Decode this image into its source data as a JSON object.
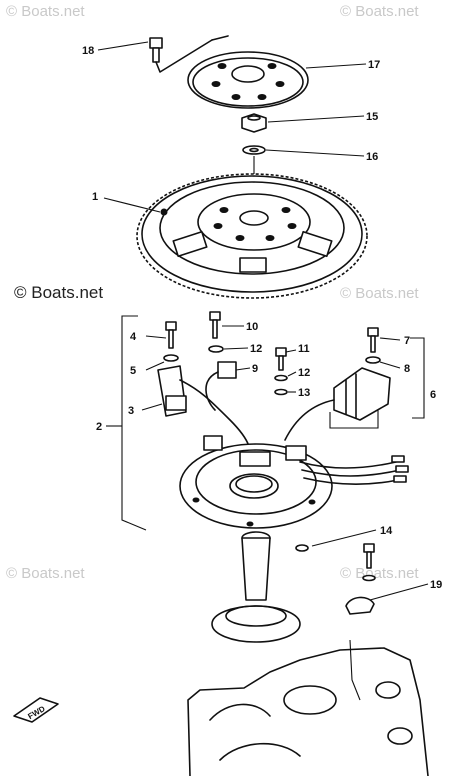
{
  "watermarks": {
    "top_left": "© Boats.net",
    "top_right": "© Boats.net",
    "mid_left": "© Boats.net",
    "mid_right": "© Boats.net",
    "lower_left": "© Boats.net",
    "lower_right": "© Boats.net"
  },
  "callouts": {
    "c1": "1",
    "c2": "2",
    "c3": "3",
    "c4": "4",
    "c5": "5",
    "c6": "6",
    "c7": "7",
    "c8": "8",
    "c9": "9",
    "c10": "10",
    "c11": "11",
    "c12a": "12",
    "c12b": "12",
    "c13": "13",
    "c14": "14",
    "c15": "15",
    "c16": "16",
    "c17": "17",
    "c18": "18",
    "c19": "19"
  },
  "fwd_mark": "FWD"
}
